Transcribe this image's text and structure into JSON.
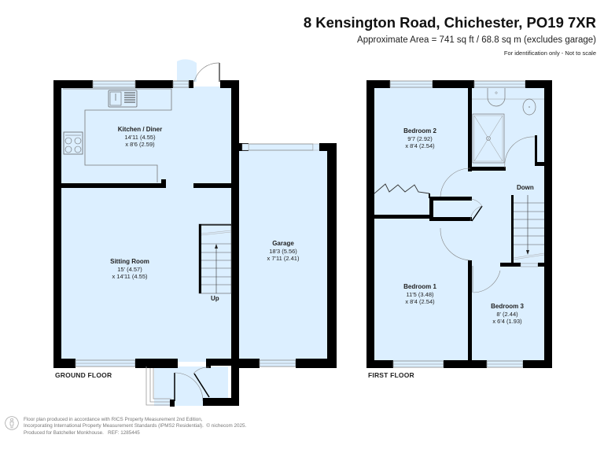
{
  "header": {
    "title": "8 Kensington Road, Chichester, PO19 7XR",
    "area": "Approximate Area = 741 sq ft / 68.8 sq m (excludes garage)",
    "note": "For identification only - Not to scale"
  },
  "colors": {
    "room_fill": "#dcefff",
    "wall": "#000000",
    "fixture_line": "#777777",
    "window_fill": "#dcefff"
  },
  "ground_floor": {
    "label": "GROUND FLOOR",
    "rooms": [
      {
        "name": "Kitchen / Diner",
        "dim_imperial_metric_1": "14'11 (4.55)",
        "dim_imperial_metric_2": "x 8'6 (2.59)"
      },
      {
        "name": "Sitting Room",
        "dim_imperial_metric_1": "15' (4.57)",
        "dim_imperial_metric_2": "x 14'11 (4.55)"
      },
      {
        "name": "Garage",
        "dim_imperial_metric_1": "18'3 (5.56)",
        "dim_imperial_metric_2": "x 7'11 (2.41)"
      }
    ],
    "stairs_label": "Up"
  },
  "first_floor": {
    "label": "FIRST FLOOR",
    "rooms": [
      {
        "name": "Bedroom 2",
        "dim_imperial_metric_1": "9'7 (2.92)",
        "dim_imperial_metric_2": "x 8'4 (2.54)"
      },
      {
        "name": "Bedroom 1",
        "dim_imperial_metric_1": "11'5 (3.48)",
        "dim_imperial_metric_2": "x 8'4 (2.54)"
      },
      {
        "name": "Bedroom 3",
        "dim_imperial_metric_1": "8' (2.44)",
        "dim_imperial_metric_2": "x 6'4 (1.93)"
      }
    ],
    "stairs_label": "Down"
  },
  "footer": {
    "line1": "Floor plan produced in accordance with RICS Property Measurement 2nd Edition,",
    "line2": "Incorporating International Property Measurement Standards (IPMS2 Residential).",
    "copyright": "© nichecom 2025.",
    "line3": "Produced for Batcheller Monkhouse.",
    "ref": "REF: 1285445"
  }
}
